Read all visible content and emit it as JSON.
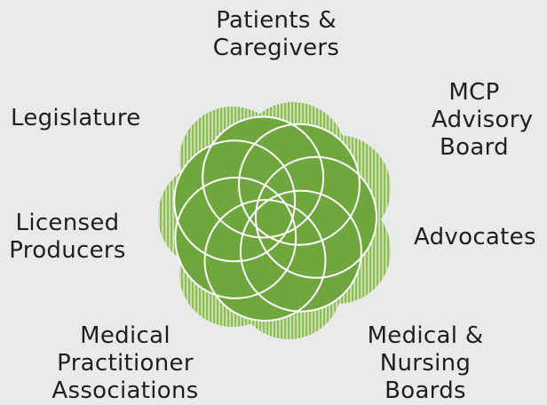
{
  "stakeholders": {
    "patients_caregivers": [
      "Patients &",
      "Caregivers"
    ],
    "mcp_advisory_board": [
      "MCP",
      "Advisory",
      "Board"
    ],
    "legislature": [
      "Legislature"
    ],
    "licensed_producers": [
      "Licensed",
      "Producers"
    ],
    "advocates": [
      "Advocates"
    ],
    "medical_practitioner_associations": [
      "Medical",
      "Practitioner",
      "Associations"
    ],
    "medical_nursing_boards": [
      "Medical &",
      "Nursing",
      "Boards"
    ]
  },
  "colors": {
    "background": "#e9ebea",
    "petal_fill": "#6fa63e",
    "petal_outline": "#ffffff",
    "hatch": "#9cc26c"
  }
}
